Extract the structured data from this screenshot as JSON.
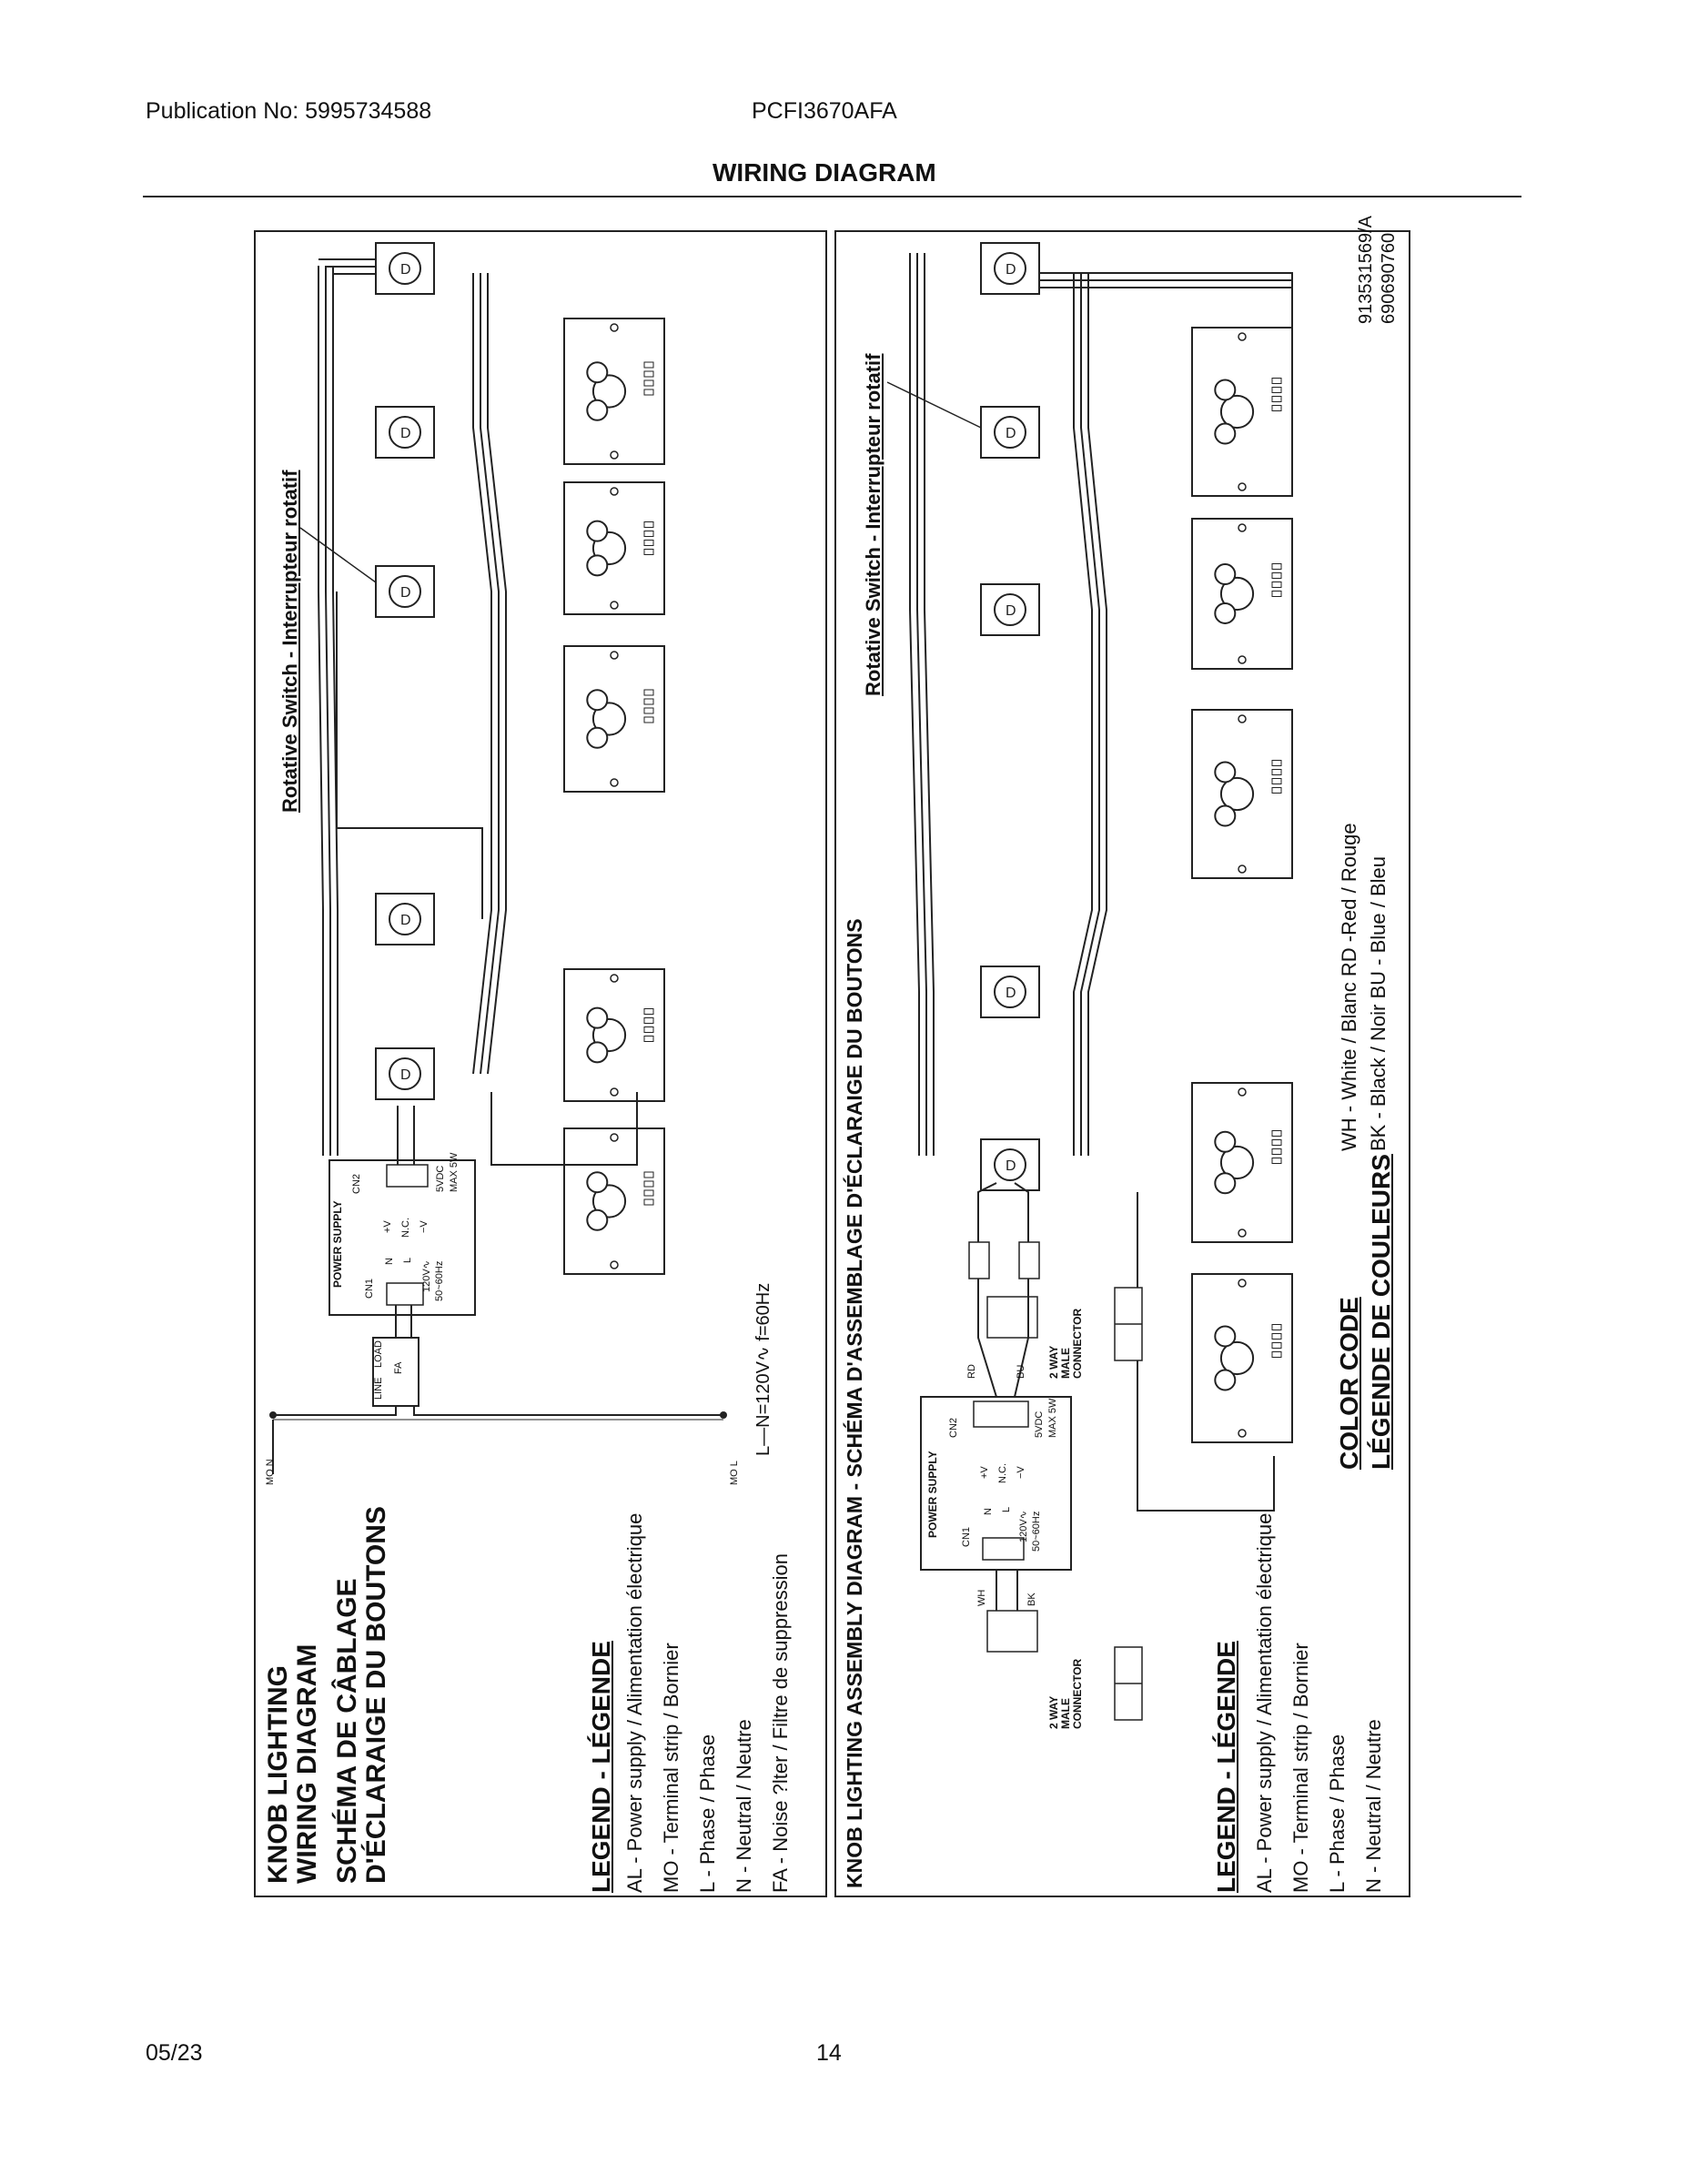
{
  "header": {
    "publication": "Publication No: 5995734588",
    "model": "PCFI3670AFA",
    "title": "WIRING DIAGRAM"
  },
  "footer": {
    "date": "05/23",
    "page": "14"
  },
  "left_panel": {
    "title_lines": [
      "KNOB LIGHTING",
      "WIRING DIAGRAM",
      "SCHÉMA DE CÂBLAGE",
      "D'ÉCLARAIGE DU BOUTONS"
    ],
    "legend_title": "LEGEND - LÉGENDE",
    "legend": [
      "AL - Power supply / Alimentation électrique",
      "MO - Terminal strip / Bornier",
      "L - Phase / Phase",
      "N - Neutral / Neutre",
      "FA - Noise ?lter / Filtre de suppression"
    ],
    "rotative_label": "Rotative Switch - Interrupteur rotatif",
    "supply_note": "L—N=120V∿ f=60Hz",
    "mo_n": "MO  N",
    "mo_l": "MO  L",
    "power_supply": {
      "title": "POWER SUPPLY",
      "cn1": "CN1",
      "cn2": "CN2",
      "n": "N",
      "l": "L",
      "input": "120V∿",
      "freq": "50~60Hz",
      "pv": "+V",
      "nc": "N.C.",
      "mv": "−V",
      "output": "5VDC",
      "max": "MAX  5W"
    },
    "filter": {
      "line": "LINE",
      "load": "LOAD",
      "fa": "FA"
    }
  },
  "right_panel": {
    "title": "KNOB LIGHTING ASSEMBLY DIAGRAM - SCHÉMA D'ASSEMBLAGE D'ÉCLARAIGE DU BOUTONS",
    "legend_title": "LEGEND - LÉGENDE",
    "legend": [
      "AL - Power supply / Alimentation électrique",
      "MO - Terminal strip / Bornier",
      "L - Phase / Phase",
      "N - Neutral / Neutre"
    ],
    "rotative_label": "Rotative Switch - Interrupteur rotatif",
    "connector_label": [
      "2 WAY",
      "MALE",
      "CONNECTOR"
    ],
    "wire_wh": "WH",
    "wire_bk": "BK",
    "wire_rd": "RD",
    "wire_bu": "BU",
    "color_code_title": "COLOR CODE",
    "color_code_subtitle": "LÉGENDE DE COULEURS",
    "color_code_line1": "WH - White / Blanc  RD -Red / Rouge",
    "color_code_line2": "BK - Black / Noir  BU - Blue / Bleu",
    "doc_number": "913531569/A",
    "part_number": "690690760"
  }
}
